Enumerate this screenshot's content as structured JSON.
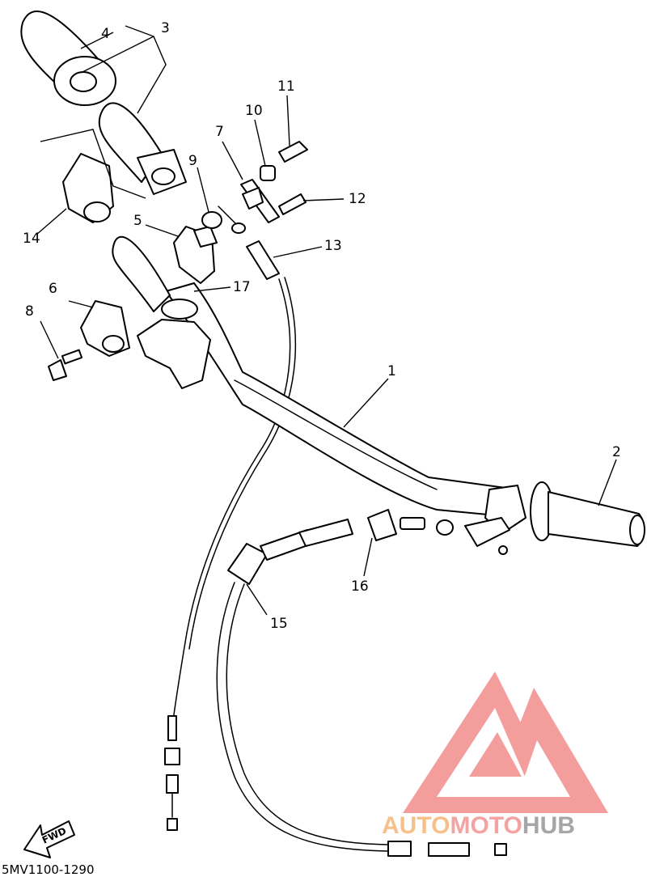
{
  "diagram": {
    "code": "5MV1100-1290",
    "fwd_label": "FWD",
    "callouts": [
      {
        "id": "c1",
        "label": "1"
      },
      {
        "id": "c2",
        "label": "2"
      },
      {
        "id": "c3",
        "label": "3"
      },
      {
        "id": "c4",
        "label": "4"
      },
      {
        "id": "c5",
        "label": "5"
      },
      {
        "id": "c6",
        "label": "6"
      },
      {
        "id": "c7",
        "label": "7"
      },
      {
        "id": "c8",
        "label": "8"
      },
      {
        "id": "c9",
        "label": "9"
      },
      {
        "id": "c10",
        "label": "10"
      },
      {
        "id": "c11",
        "label": "11"
      },
      {
        "id": "c12",
        "label": "12"
      },
      {
        "id": "c13",
        "label": "13"
      },
      {
        "id": "c14",
        "label": "14"
      },
      {
        "id": "c15",
        "label": "15"
      },
      {
        "id": "c16",
        "label": "16"
      },
      {
        "id": "c17",
        "label": "17"
      }
    ]
  },
  "watermark": {
    "part1": "AUTO",
    "part2": "MOTO",
    "part3": "HUB",
    "colors": {
      "auto": "#f6c08a",
      "moto": "#f4a3a3",
      "hub": "#a6a6a6",
      "logo": "#f38c8c"
    }
  }
}
